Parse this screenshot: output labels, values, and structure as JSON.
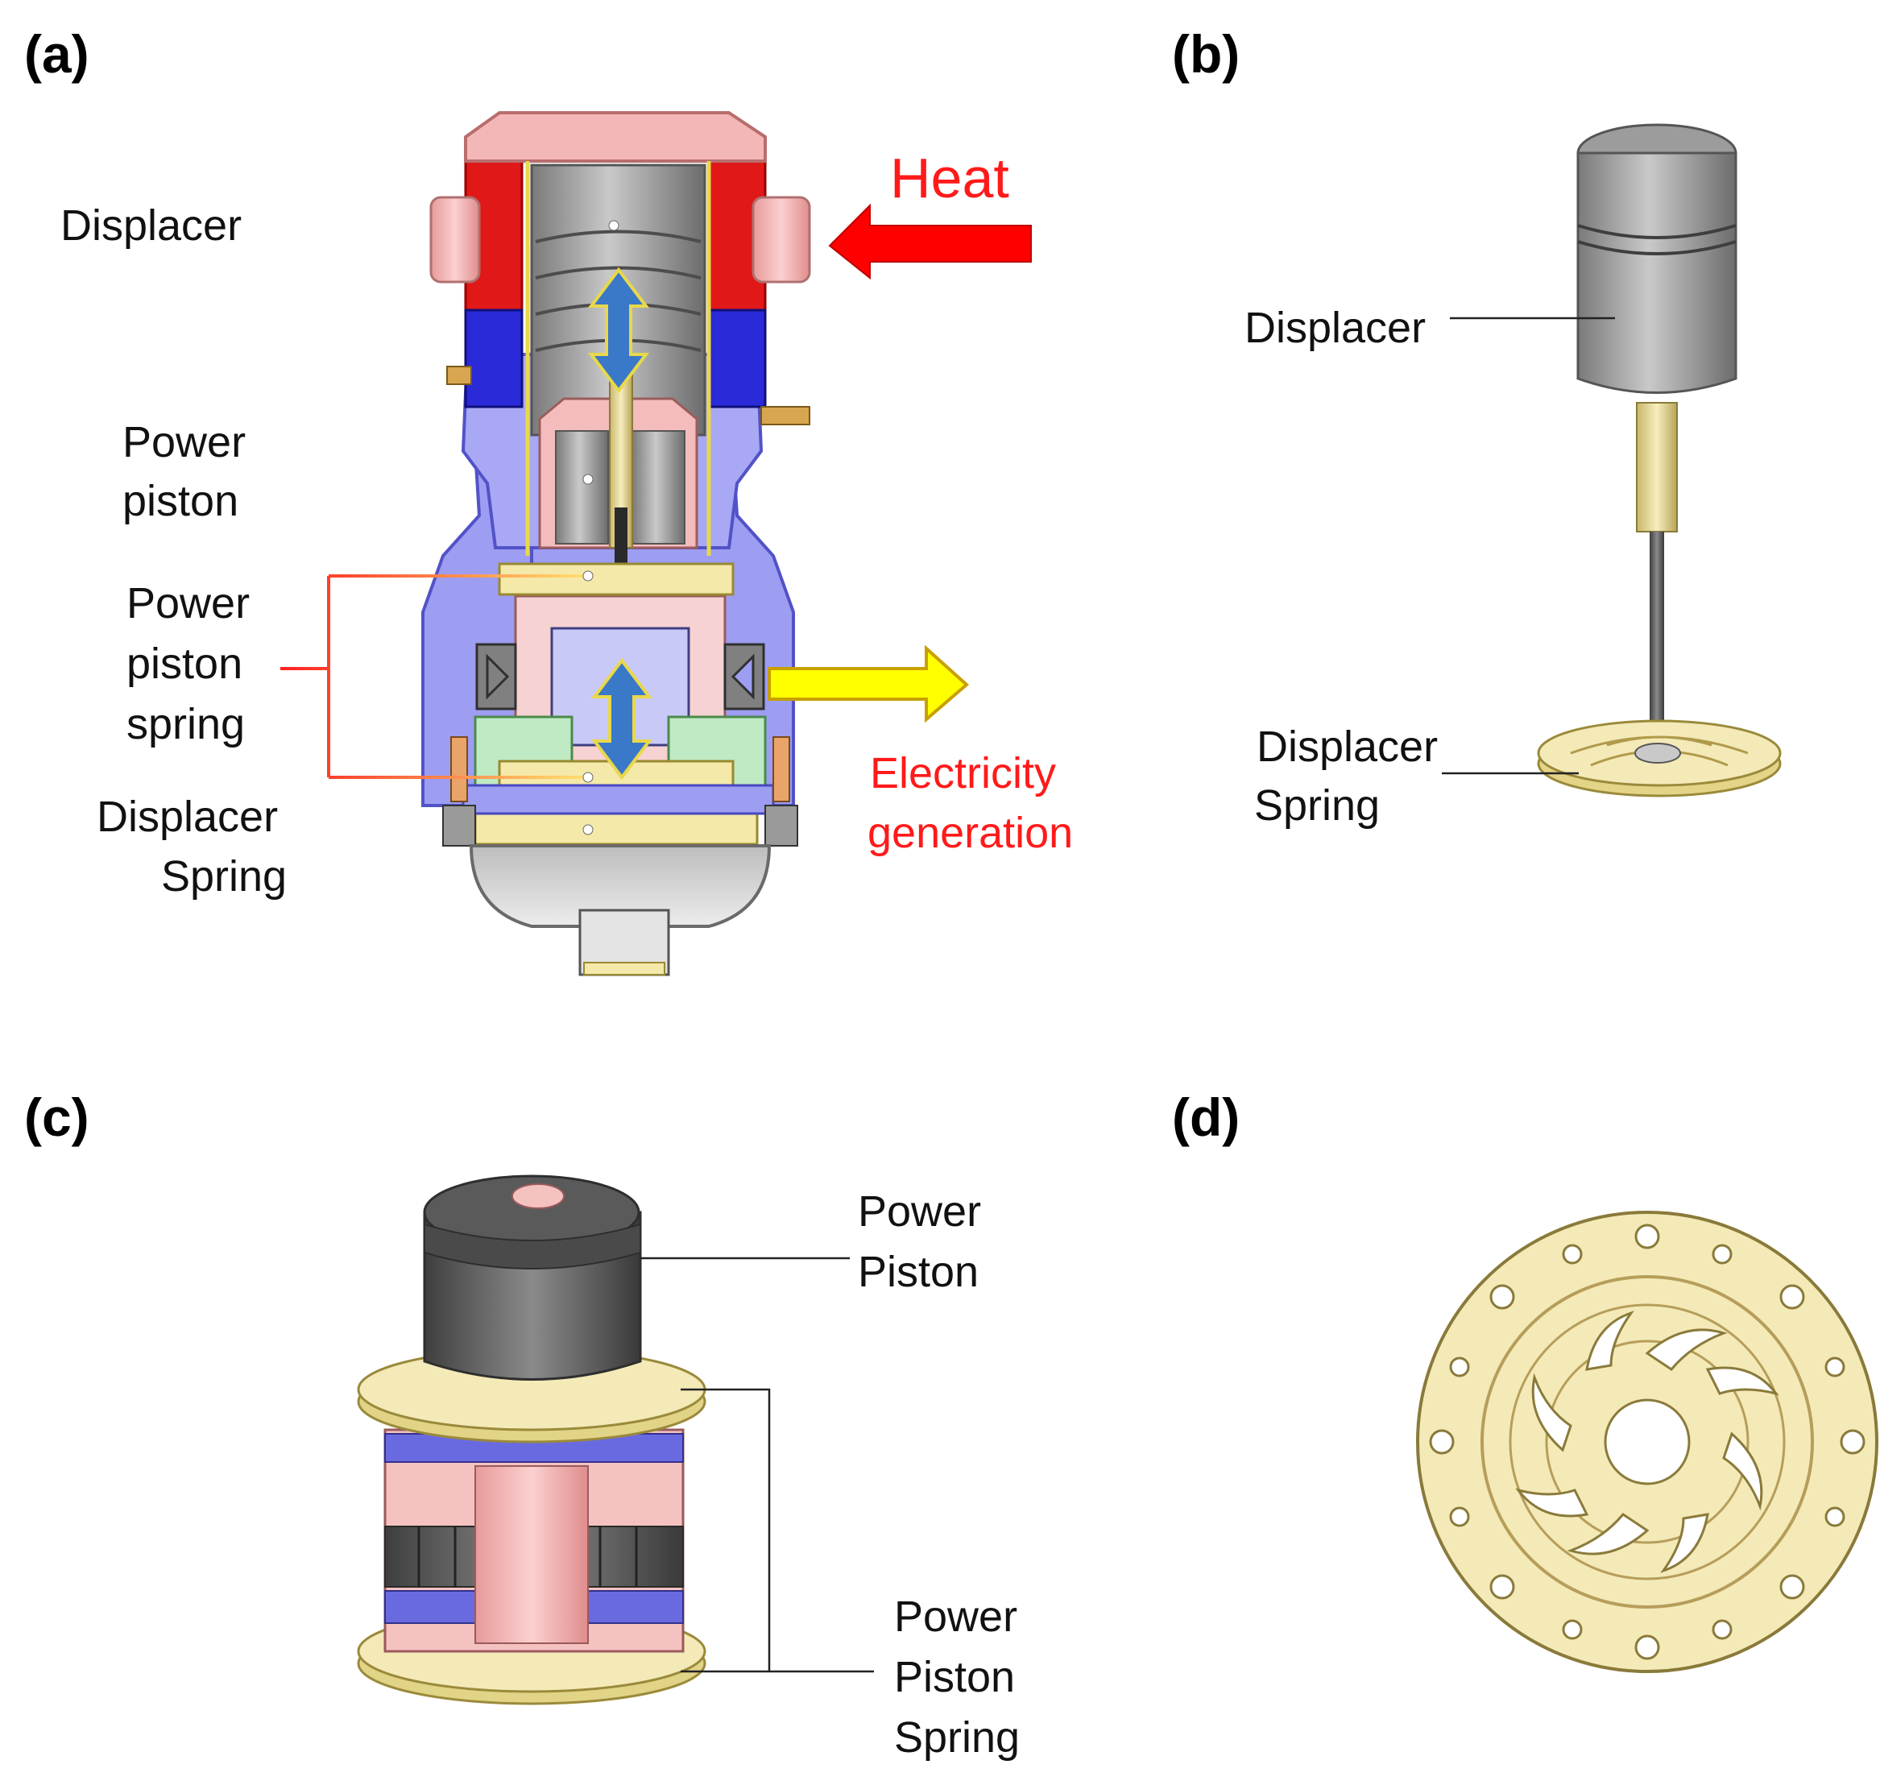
{
  "panels": {
    "a": {
      "label": "(a)",
      "heat": "Heat",
      "displacer": "Displacer",
      "power_piston": [
        "Power",
        "piston"
      ],
      "power_piston_spring": [
        "Power",
        "piston",
        "spring"
      ],
      "displacer_spring": [
        "Displacer",
        "Spring"
      ],
      "electricity": [
        "Electricity",
        "generation"
      ]
    },
    "b": {
      "label": "(b)",
      "displacer": "Displacer",
      "displacer_spring": [
        "Displacer",
        "Spring"
      ]
    },
    "c": {
      "label": "(c)",
      "power_piston": [
        "Power",
        "Piston"
      ],
      "power_piston_spring": [
        "Power",
        "Piston",
        "Spring"
      ]
    },
    "d": {
      "label": "(d)"
    }
  },
  "colors": {
    "heat_arrow": "#ff0000",
    "electricity_arrow": "#ffff00",
    "motion_arrow": "#3a78c8",
    "spring_brass": "#f3eab8",
    "housing_blue": "#8f8ff0",
    "hot_red": "#e81a1a",
    "piston_gray": "#6e6e6e",
    "copper_pink": "#f4b2b2"
  }
}
